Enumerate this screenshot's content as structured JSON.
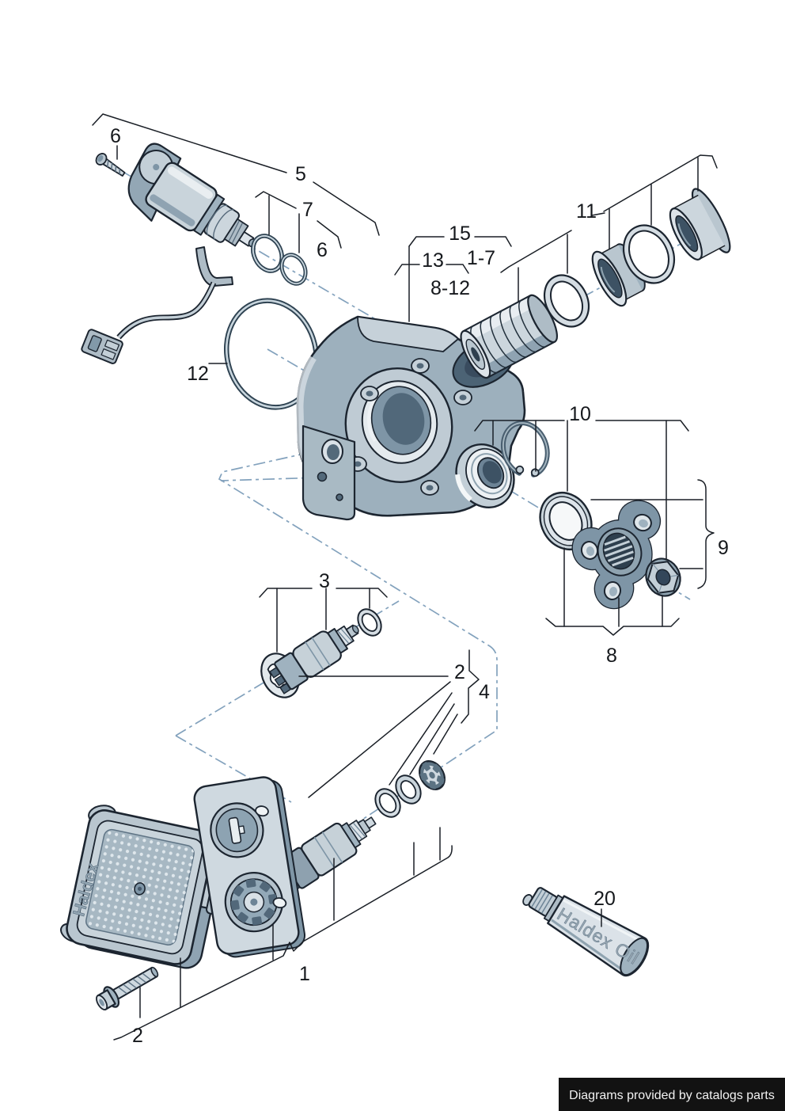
{
  "diagram_type": "exploded-parts-diagram",
  "callouts": {
    "screw_top": "6",
    "pump_group": "5",
    "oring_pair": "7",
    "oring_small_top": "6",
    "group_15": "15",
    "group_13": "13",
    "range_1_7": "1-7",
    "range_8_12": "8-12",
    "group_11": "11",
    "oring_12": "12",
    "group_10": "10",
    "group_9": "9",
    "group_8": "8",
    "group_3": "3",
    "label_2_valve": "2",
    "label_4": "4",
    "label_1": "1",
    "label_2_bolt": "2",
    "label_20": "20"
  },
  "markings": {
    "controller_brand": "Haldex",
    "oil_tube": "Haldex Oil"
  },
  "footer": {
    "text": "Diagrams provided by catalogs parts",
    "bg": "#121212",
    "fg": "#f2f2f2"
  },
  "colors": {
    "leader_line": "#1a1f26",
    "centerline_blue": "#83a2bd",
    "part_light": "#dde4ea",
    "part_mid": "#aebcc6",
    "part_dark": "#6e8496",
    "part_deep": "#3d5264",
    "outline": "#1c2530",
    "background": "#ffffff"
  }
}
